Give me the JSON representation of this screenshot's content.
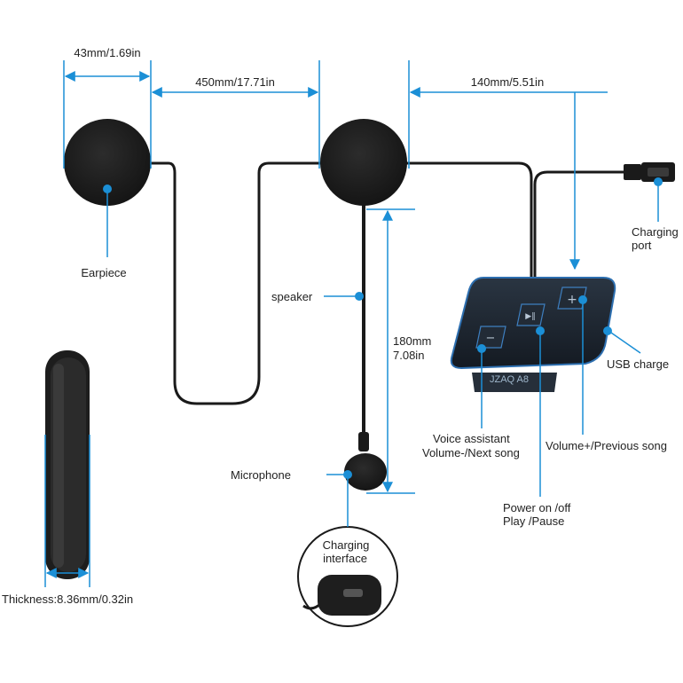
{
  "colors": {
    "accent": "#1b8fd6",
    "device": "#1c2430",
    "device_edge": "#2d6fb0",
    "foam": "#1e1e1e",
    "cable": "#1a1a1a",
    "text": "#222222"
  },
  "dimensions": {
    "earpiece_width": "43mm/1.69in",
    "cable_between": "450mm/17.71in",
    "cable_to_device": "140mm/5.51in",
    "boom_length_line1": "180mm",
    "boom_length_line2": "7.08in",
    "thickness": "Thickness:8.36mm/0.32in"
  },
  "labels": {
    "earpiece": "Earpiece",
    "speaker": "speaker",
    "microphone": "Microphone",
    "charging_port_line1": "Charging",
    "charging_port_line2": "port",
    "usb_charge": "USB charge",
    "voice_line1": "Voice assistant",
    "voice_line2": "Volume-/Next song",
    "volume_plus": "Volume+/Previous song",
    "power_line1": "Power on /off",
    "power_line2": "Play /Pause",
    "charging_interface_line1": "Charging",
    "charging_interface_line2": "interface"
  },
  "device": {
    "brand": "JZAQ A8"
  },
  "icons": {
    "minus": "−",
    "play_pause": "▶‖",
    "plus": "+"
  }
}
